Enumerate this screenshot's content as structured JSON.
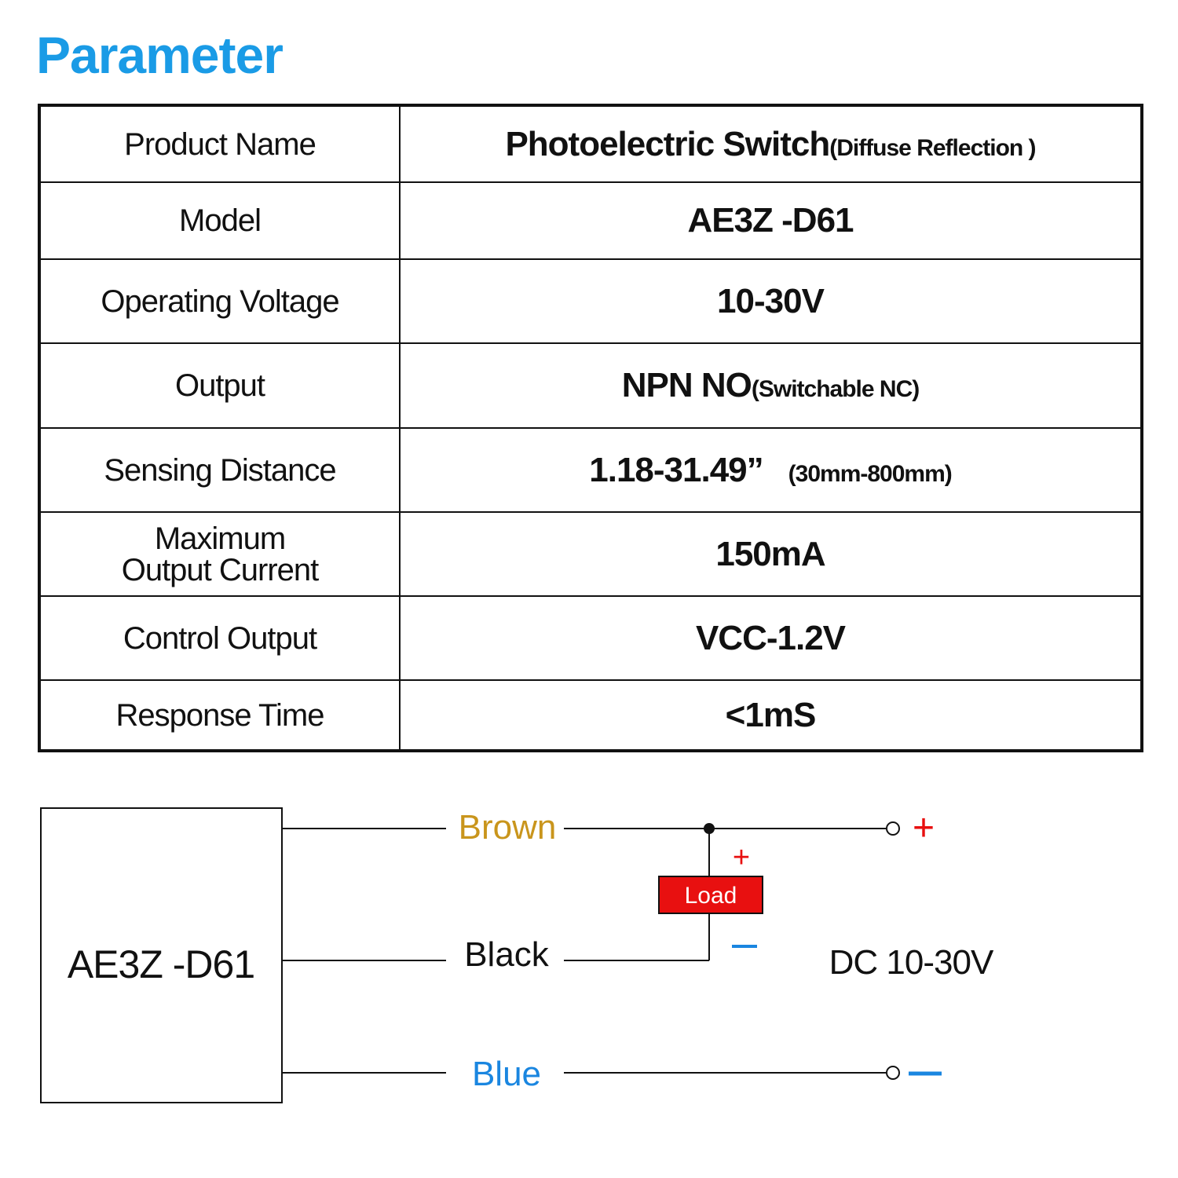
{
  "title": "Parameter",
  "table": {
    "rows": [
      {
        "label": "Product Name",
        "value": "Photoelectric Switch",
        "note": "(Diffuse Reflection )"
      },
      {
        "label": "Model",
        "value": "AE3Z -D61"
      },
      {
        "label": "Operating Voltage",
        "value": "10-30V"
      },
      {
        "label": "Output",
        "value": "NPN NO",
        "note": "(Switchable NC)"
      },
      {
        "label": "Sensing Distance",
        "value": "1.18-31.49”",
        "note": "(30mm-800mm)"
      },
      {
        "label_line1": "Maximum",
        "label_line2": "Output Current",
        "value": "150mA"
      },
      {
        "label": "Control Output",
        "value": "VCC-1.2V"
      },
      {
        "label": "Response Time",
        "value": "<1mS"
      }
    ]
  },
  "wiring": {
    "device_label": "AE3Z -D61",
    "wires": {
      "brown": "Brown",
      "black": "Black",
      "blue": "Blue"
    },
    "load_label": "Load",
    "plus_sign": "+",
    "minus_sign": "−",
    "supply_label": "DC 10-30V",
    "colors": {
      "brown": "#c9951c",
      "blue": "#1a86e0",
      "red": "#e81010",
      "black": "#111111"
    }
  }
}
